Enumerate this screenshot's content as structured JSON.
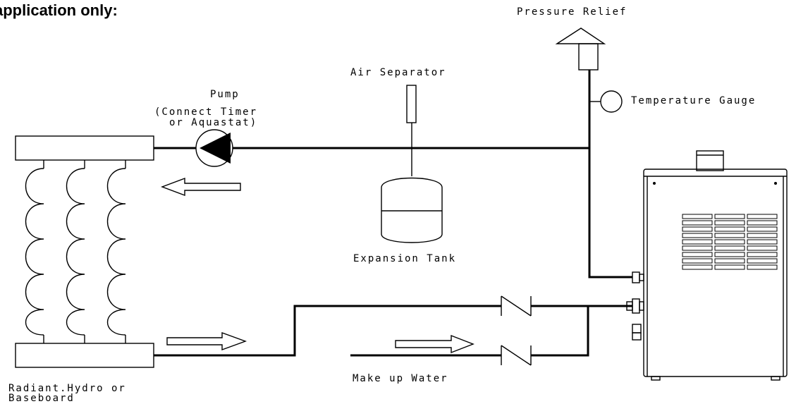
{
  "header": {
    "title": "application only:"
  },
  "labels": {
    "pressure_relief": "Pressure Relief",
    "air_separator": "Air Separator",
    "temperature_gauge": "Temperature Gauge",
    "pump_line1": "Pump",
    "pump_line2": "(Connect Timer",
    "pump_line3": "or Aquastat)",
    "expansion_tank": "Expansion Tank",
    "make_up_water": "Make up Water",
    "radiant_line1": "Radiant.Hydro or",
    "radiant_line2": "Baseboard"
  },
  "colors": {
    "line": "#000000",
    "background": "#ffffff"
  }
}
